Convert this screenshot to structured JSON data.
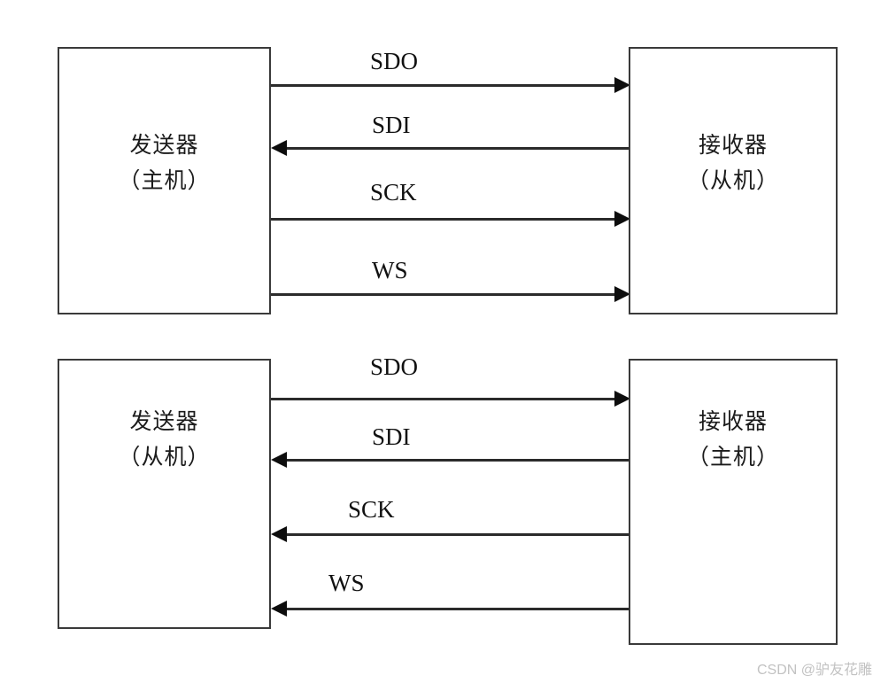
{
  "watermark": "CSDN @驴友花雕",
  "diagrams": [
    {
      "id": "top",
      "left_node": {
        "line1": "发送器",
        "line2": "（主机）"
      },
      "right_node": {
        "line1": "接收器",
        "line2": "（从机）"
      },
      "signals": [
        {
          "label": "SDO",
          "direction": "right"
        },
        {
          "label": "SDI",
          "direction": "left"
        },
        {
          "label": "SCK",
          "direction": "right"
        },
        {
          "label": "WS",
          "direction": "right"
        }
      ]
    },
    {
      "id": "bottom",
      "left_node": {
        "line1": "发送器",
        "line2": "（从机）"
      },
      "right_node": {
        "line1": "接收器",
        "line2": "（主机）"
      },
      "signals": [
        {
          "label": "SDO",
          "direction": "right"
        },
        {
          "label": "SDI",
          "direction": "left"
        },
        {
          "label": "SCK",
          "direction": "left"
        },
        {
          "label": "WS",
          "direction": "left"
        }
      ]
    }
  ],
  "colors": {
    "box_border": "#3a3a3a",
    "line": "#2b2b2b",
    "text": "#1b1b1b",
    "watermark": "#c2c2c2",
    "background": "#ffffff"
  }
}
